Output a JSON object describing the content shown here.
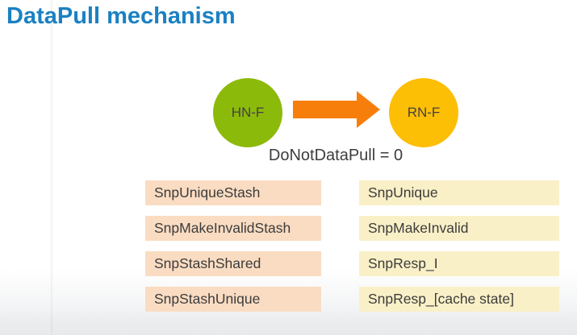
{
  "slide": {
    "title": "DataPull mechanism",
    "title_color": "#1b81c2"
  },
  "diagram": {
    "nodes": [
      {
        "id": "hn-f",
        "label": "HN-F",
        "color": "#8cba0b"
      },
      {
        "id": "rn-f",
        "label": "RN-F",
        "color": "#fdbe06"
      }
    ],
    "arrow": {
      "from": "HN-F",
      "to": "RN-F",
      "color": "#f87e0c"
    },
    "caption": "DoNotDataPull = 0"
  },
  "lists": {
    "left": {
      "bg_color": "#fadcc2",
      "items": [
        "SnpUniqueStash",
        "SnpMakeInvalidStash",
        "SnpStashShared",
        "SnpStashUnique"
      ]
    },
    "right": {
      "bg_color": "#faf0c7",
      "items": [
        "SnpUnique",
        "SnpMakeInvalid",
        "SnpResp_I",
        "SnpResp_[cache state]"
      ]
    }
  },
  "text_color": "#3c3c3c"
}
